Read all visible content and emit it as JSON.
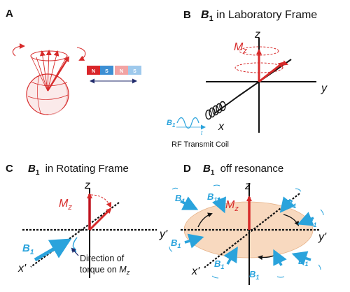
{
  "panels": {
    "a": {
      "letter": "A",
      "magnet_left": {
        "n": "N",
        "s": "S"
      },
      "magnet_right": {
        "n": "N",
        "s": "S"
      }
    },
    "b": {
      "letter": "B",
      "title_b": "B",
      "title_sub": "1",
      "title_rest": " in Laboratory Frame",
      "axis_z": "z",
      "axis_y": "y",
      "axis_x": "x",
      "mz_m": "M",
      "mz_sub": "z",
      "b1_b": "B",
      "b1_sub": "1",
      "t_label": "t",
      "coil_caption": "RF Transmit Coil"
    },
    "c": {
      "letter": "C",
      "title_b": "B",
      "title_sub": "1",
      "title_rest": " in Rotating Frame",
      "axis_z": "z",
      "axis_y": "y'",
      "axis_x": "x'",
      "mz_m": "M",
      "mz_sub": "z",
      "b1_b": "B",
      "b1_sub": "1",
      "torque_line1": "Direction of",
      "torque_line2": "torque on ",
      "torque_m": "M",
      "torque_sub": "z"
    },
    "d": {
      "letter": "D",
      "title_b": "B",
      "title_sub": "1",
      "title_rest": " off resonance",
      "axis_z": "z",
      "axis_y": "y'",
      "axis_x": "x'",
      "mz_m": "M",
      "mz_sub": "z",
      "b1_b": "B",
      "b1_sub": "1"
    }
  },
  "colors": {
    "red": "#d72a2a",
    "light_red": "#e05a5a",
    "blue": "#2aa3dc",
    "navy": "#1f2a6b",
    "magnet_red": "#d9252a",
    "magnet_blue": "#3d8fd3",
    "magnet_pink": "#f2a3a3",
    "magnet_lightblue": "#9ec9ec",
    "disc_fill": "#f8d9bf",
    "disc_stroke": "#e7b48b"
  }
}
